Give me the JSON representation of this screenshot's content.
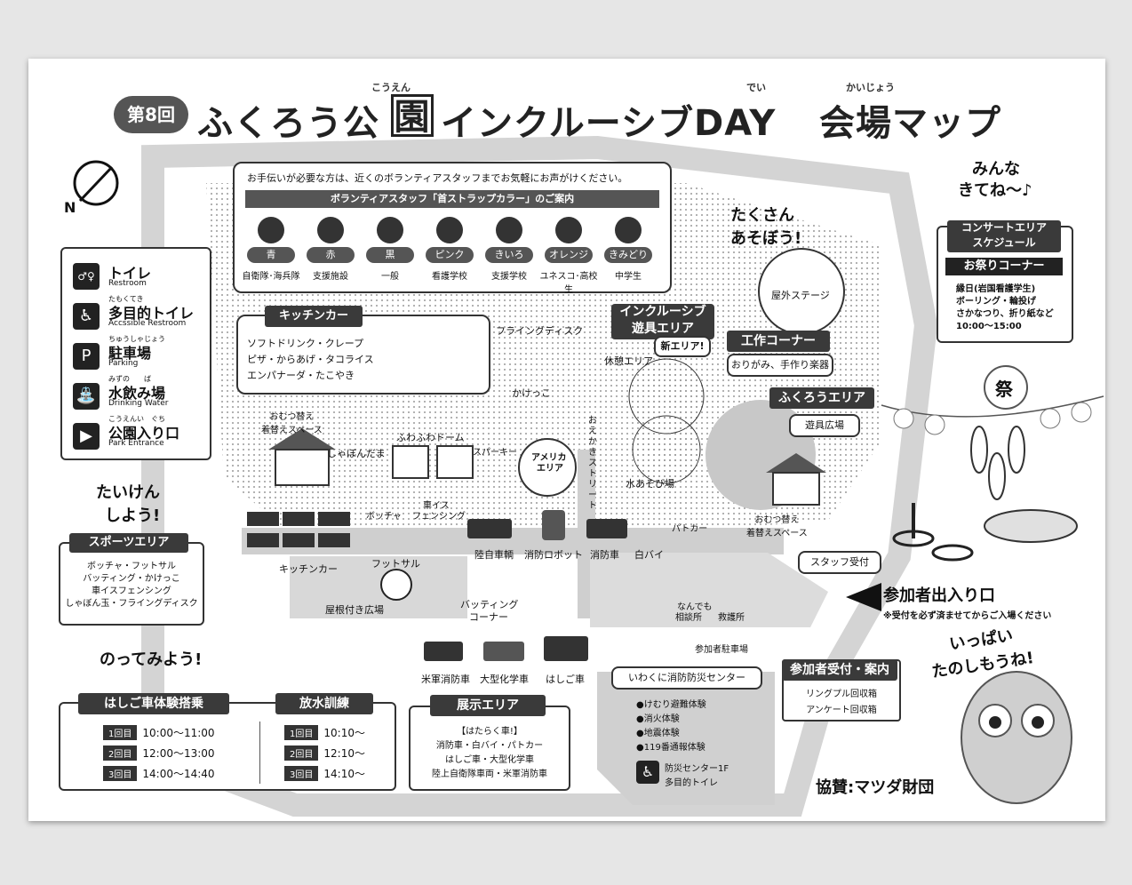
{
  "header": {
    "round_badge": "第8回",
    "title_a": "ふくろう公",
    "title_boxed": "園",
    "title_b": "インクルーシブDAY",
    "title_c": "会場マップ",
    "ruby_kouen": "こうえん",
    "ruby_dei": "でい",
    "ruby_kaijou": "かいじょう"
  },
  "north": "N",
  "volunteer": {
    "notice": "お手伝いが必要な方は、近くのボランティアスタッフまでお気軽にお声がけください。",
    "subtitle": "ボランティアスタッフ「首ストラップカラー」のご案内",
    "colors": [
      {
        "color": "青",
        "group": "自衛隊･海兵隊"
      },
      {
        "color": "赤",
        "group": "支援施設"
      },
      {
        "color": "黒",
        "group": "一般"
      },
      {
        "color": "ピンク",
        "group": "看護学校"
      },
      {
        "color": "きいろ",
        "group": "支援学校"
      },
      {
        "color": "オレンジ",
        "group": "ユネスコ･高校生"
      },
      {
        "color": "きみどり",
        "group": "中学生"
      }
    ]
  },
  "legend": [
    {
      "ruby": "",
      "label": "トイレ",
      "en": "Restroom",
      "icon": "restroom-icon",
      "glyph": "♂♀"
    },
    {
      "ruby": "たもくてき",
      "label": "多目的トイレ",
      "en": "Accssible Restroom",
      "icon": "wheelchair-icon",
      "glyph": "♿"
    },
    {
      "ruby": "ちゅうしゃじょう",
      "label": "駐車場",
      "en": "Parking",
      "icon": "parking-icon",
      "glyph": "P"
    },
    {
      "ruby": "みずの　　ば",
      "label": "水飲み場",
      "en": "Drinking Water",
      "icon": "drinking-water-icon",
      "glyph": "⛲"
    },
    {
      "ruby": "こうえんい　ぐち",
      "label": "公園入り口",
      "en": "Park Entrance",
      "icon": "park-entrance-icon",
      "glyph": "▶"
    }
  ],
  "kitchen": {
    "title": "キッチンカー",
    "line1": "ソフトドリンク・クレープ",
    "line2": "ピザ・からあげ・タコライス",
    "line3": "エンパナーダ・たこやき"
  },
  "map_labels": {
    "flying_disc": "フライングディスク",
    "kakekko": "かけっこ",
    "inclusive_title1": "インクルーシブ",
    "inclusive_title2": "遊具エリア",
    "new_area": "新エリア!",
    "rest_area": "休憩エリア",
    "oekaki": "おえかきストリート",
    "omutsu_left": "おむつ替え\n着替えスペース",
    "shabondama": "しゃぼんだま",
    "fuwafuwa": "ふわふわドーム",
    "sparky": "スパーキー",
    "america1": "アメリカ",
    "america2": "エリア",
    "water_play": "水あそび場",
    "patrol": "パトカー",
    "omutsu_right": "おむつ替え\n着替えスペース",
    "boccia": "ボッチャ",
    "wheelchair_fencing1": "車イス",
    "wheelchair_fencing2": "フェンシング",
    "jgsdf": "陸自車輌",
    "fire_robot": "消防ロボット",
    "fire_engine": "消防車",
    "white_bike": "白バイ",
    "kitchen_car": "キッチンカー",
    "futsal": "フットサル",
    "batting1": "バッティング",
    "batting2": "コーナー",
    "roofed_plaza": "屋根付き広場",
    "us_fire": "米軍消防車",
    "chemical": "大型化学車",
    "ladder": "はしご車",
    "nandemo1": "なんでも",
    "nandemo2": "相談所",
    "first_aid": "救護所",
    "participant_parking": "参加者駐車場",
    "staff_reception": "スタッフ受付",
    "outdoor_stage": "屋外ステージ",
    "yuki_hiroba": "遊具広場"
  },
  "play_banner": {
    "line1": "たくさん",
    "line2": "あそぼう!"
  },
  "come_banner": {
    "line1": "みんな",
    "line2": "きてね〜♪"
  },
  "concert": {
    "title1": "コンサートエリア",
    "title2": "スケジュール",
    "corner": "お祭りコーナー",
    "line1": "縁日(岩国看護学生)",
    "line2": "ボーリング・輪投げ",
    "line3": "さかなつり、折り紙など",
    "time": "10:00〜15:00",
    "festival_char": "祭"
  },
  "craft": {
    "title": "工作コーナー",
    "desc": "おりがみ、手作り楽器"
  },
  "owl_area": {
    "title": "ふくろうエリア"
  },
  "try_banner": {
    "line1": "たいけん",
    "line2": "しよう!"
  },
  "sports": {
    "title": "スポーツエリア",
    "line1": "ボッチャ・フットサル",
    "line2": "バッティング・かけっこ",
    "line3": "車イスフェンシング",
    "line4": "しゃぼん玉・フライングディスク"
  },
  "ride_banner": "のってみよう!",
  "ladder_ride": {
    "title": "はしご車体験搭乗",
    "rows": [
      {
        "tag": "1回目",
        "time": "10:00〜11:00"
      },
      {
        "tag": "2回目",
        "time": "12:00〜13:00"
      },
      {
        "tag": "3回目",
        "time": "14:00〜14:40"
      }
    ]
  },
  "water_drill": {
    "title": "放水訓練",
    "rows": [
      {
        "tag": "1回目",
        "time": "10:10〜"
      },
      {
        "tag": "2回目",
        "time": "12:10〜"
      },
      {
        "tag": "3回目",
        "time": "14:10〜"
      }
    ]
  },
  "exhibit": {
    "title": "展示エリア",
    "line1": "【はたらく車!】",
    "line2": "消防車・白バイ・パトカー",
    "line3": "はしご車・大型化学車",
    "line4": "陸上自衛隊車両・米軍消防車"
  },
  "disaster_center": {
    "title": "いわくに消防防災センター",
    "items": [
      "●けむり避難体験",
      "●消火体験",
      "●地震体験",
      "●119番通報体験"
    ],
    "accessible1": "防災センター1F",
    "accessible2": "多目的トイレ"
  },
  "entrance": {
    "title": "参加者出入り口",
    "note": "※受付を必ず済ませてからご入場ください"
  },
  "reception": {
    "title": "参加者受付・案内",
    "line1": "リングプル回収箱",
    "line2": "アンケート回収箱"
  },
  "enjoy_banner": {
    "line1": "いっぱい",
    "line2": "たのしもうね!"
  },
  "sponsor": "協賛:マツダ財団"
}
